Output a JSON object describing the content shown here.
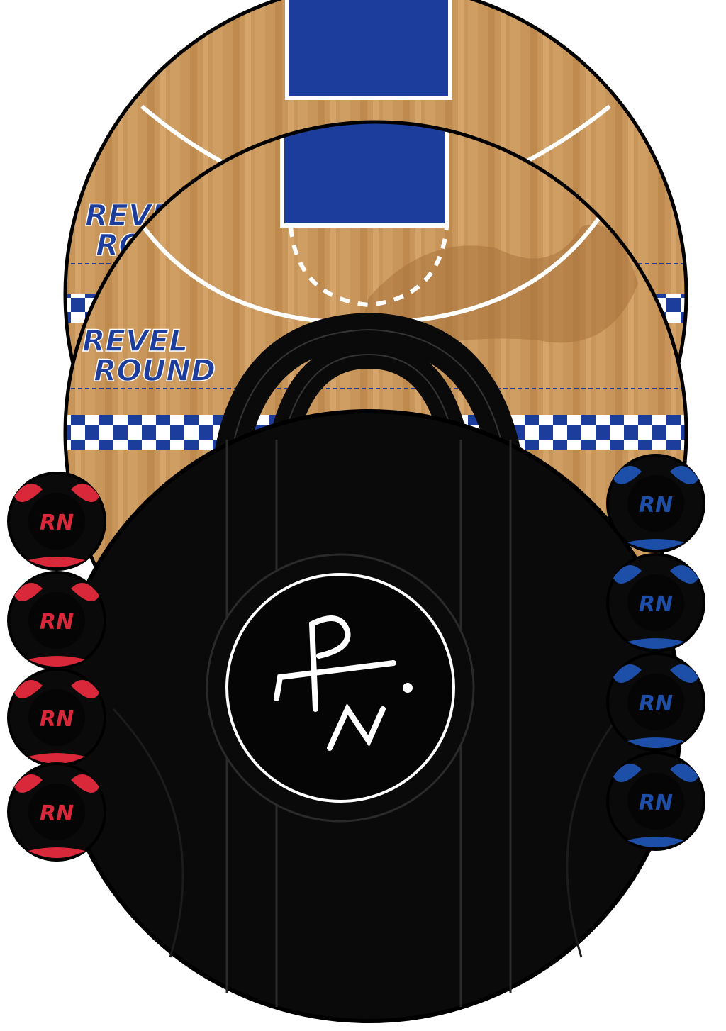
{
  "board_logo": {
    "line1": "REVEL",
    "line2": "ROUND"
  },
  "monogram": "RN",
  "sacks": {
    "red_count": 4,
    "blue_count": 4
  },
  "colors": {
    "wood": "#c8955a",
    "wood_dark": "#b07a40",
    "court_blue": "#1d3d9c",
    "checker_blue": "#1d3d9c",
    "bag": "#0a0a0a",
    "sack_red": "#d8283a",
    "sack_blue": "#1d4fa8",
    "outline": "#000000"
  }
}
